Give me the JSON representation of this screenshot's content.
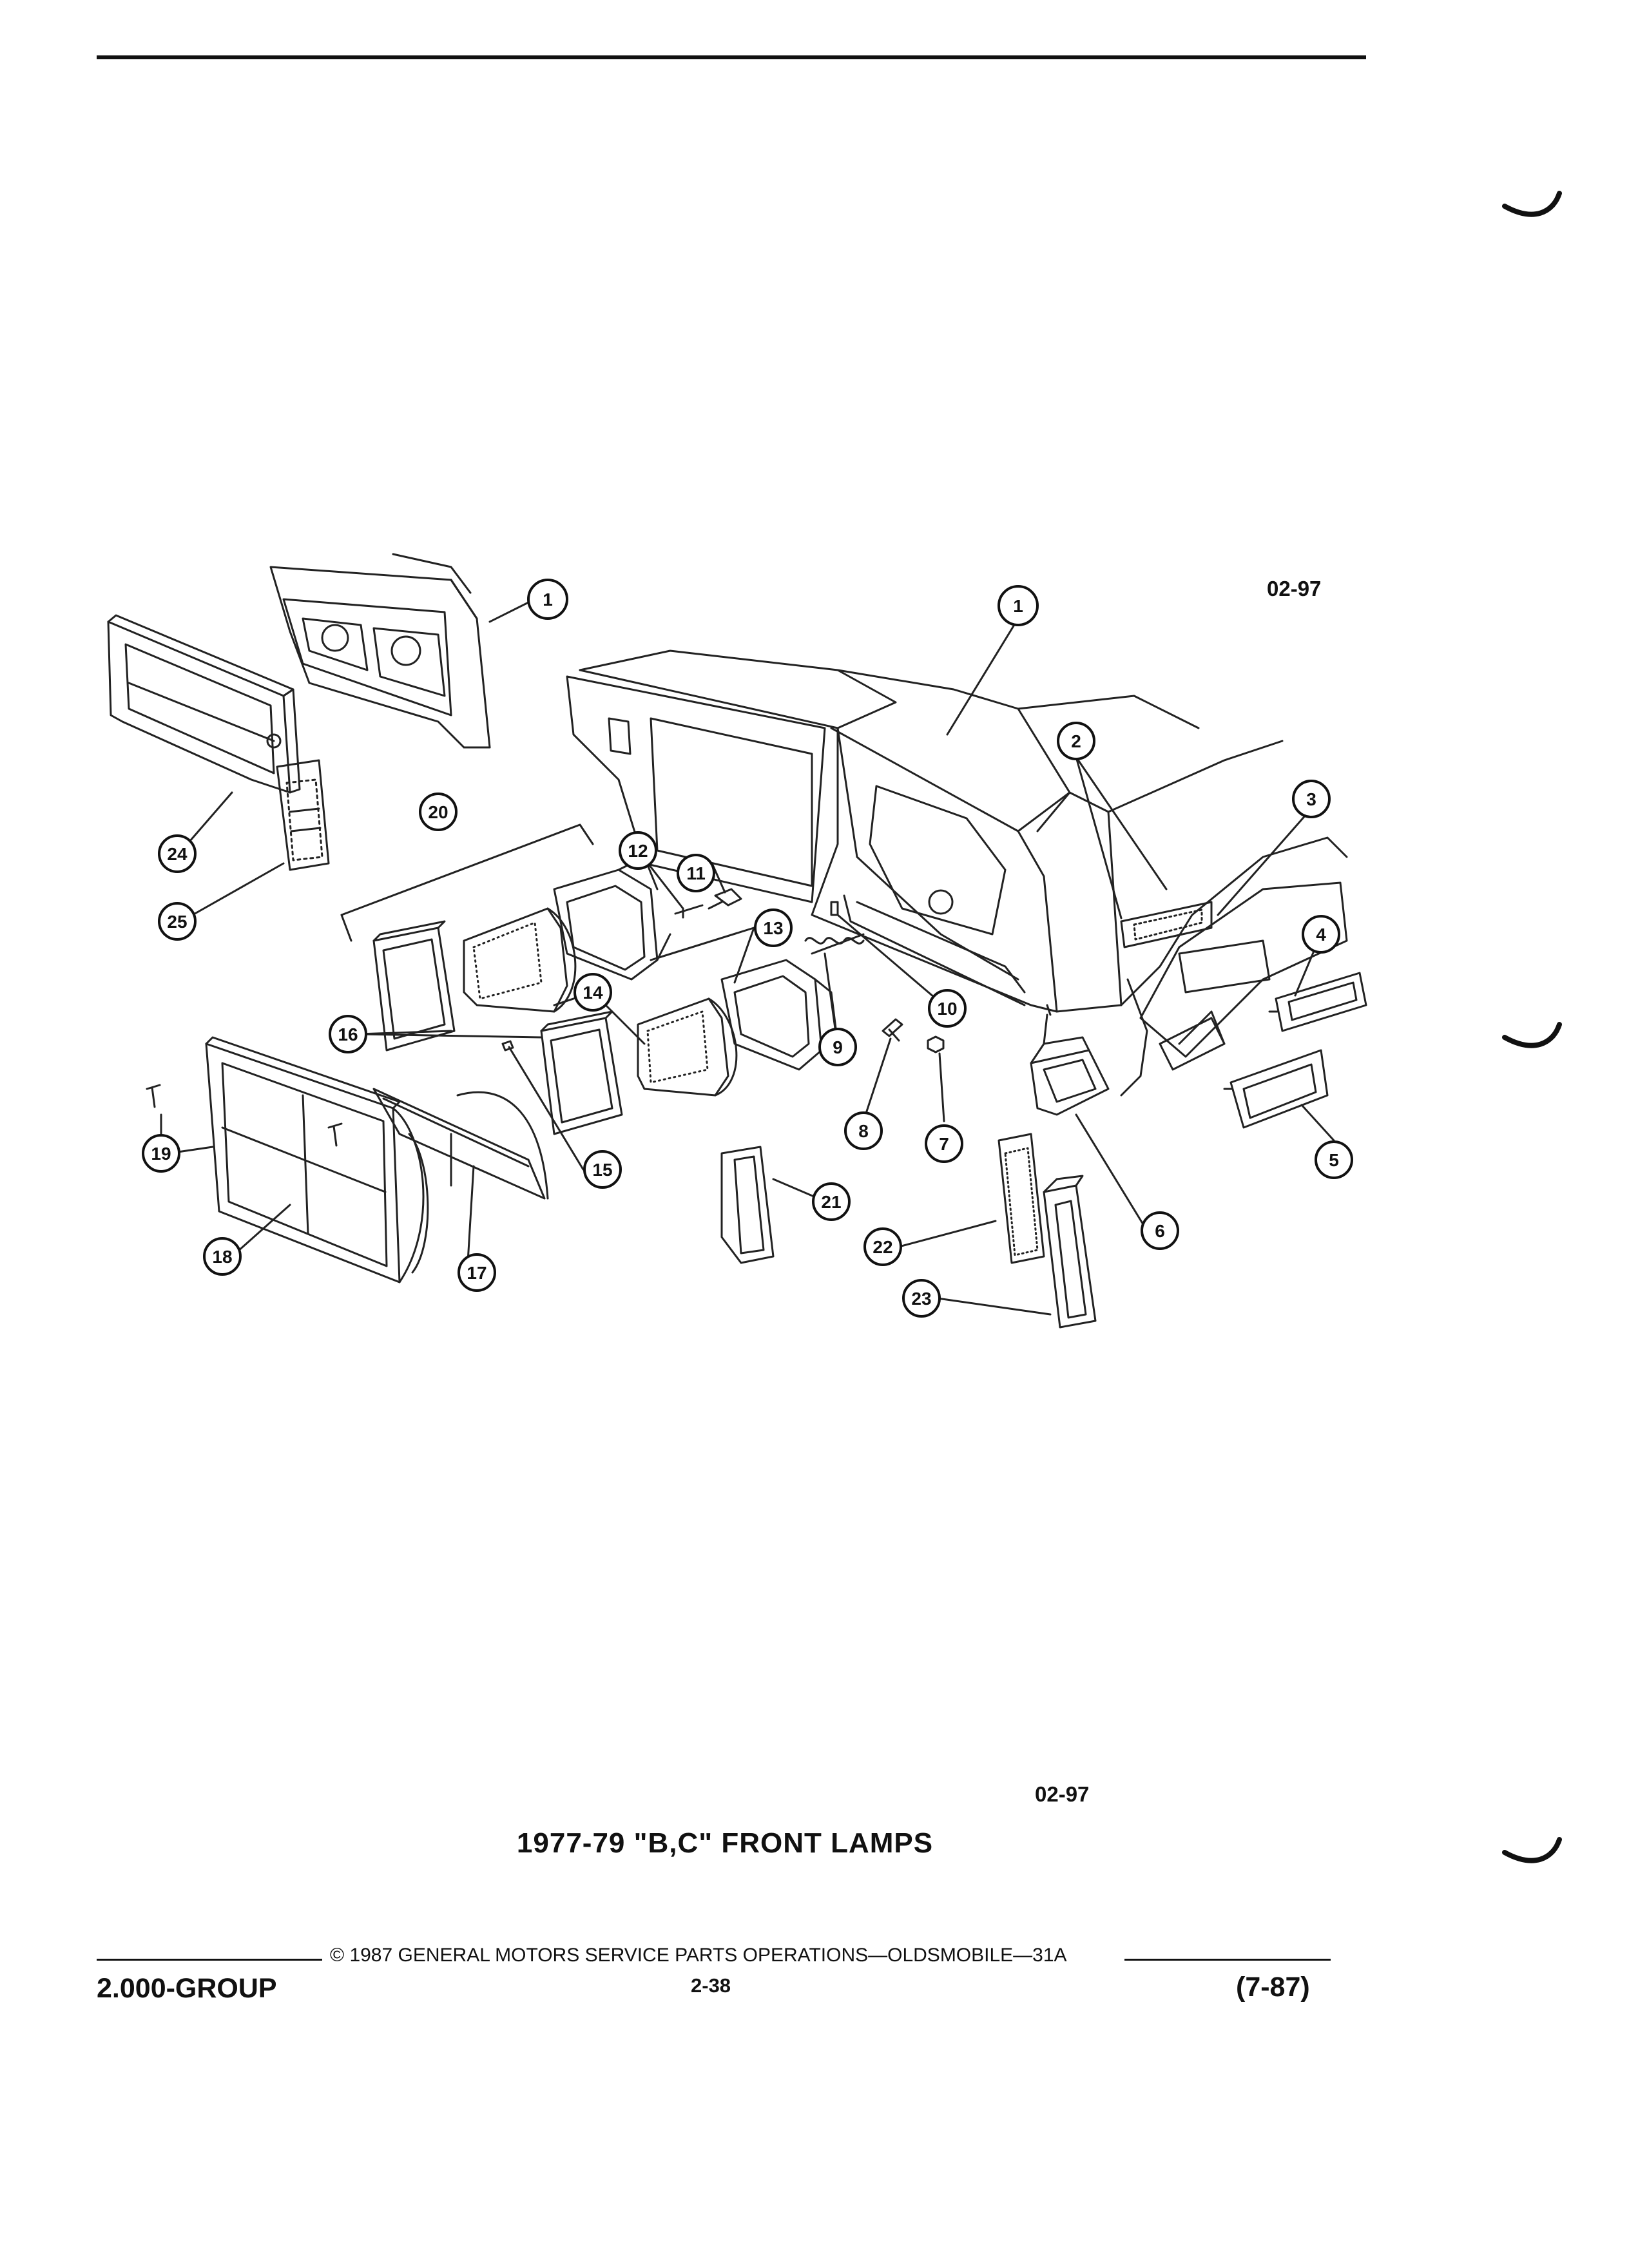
{
  "figure": {
    "id_top": "02-97",
    "id_bottom": "02-97",
    "caption": "1977-79 \"B,C\" FRONT LAMPS",
    "callouts": [
      "1",
      "1",
      "2",
      "3",
      "4",
      "5",
      "6",
      "7",
      "8",
      "9",
      "10",
      "11",
      "12",
      "13",
      "14",
      "15",
      "16",
      "17",
      "18",
      "19",
      "20",
      "21",
      "22",
      "23",
      "24",
      "25"
    ]
  },
  "footer": {
    "copyright": "© 1987 GENERAL MOTORS SERVICE PARTS OPERATIONS—OLDSMOBILE—31A",
    "group": "2.000-GROUP",
    "page": "2-38",
    "revision": "(7-87)"
  }
}
